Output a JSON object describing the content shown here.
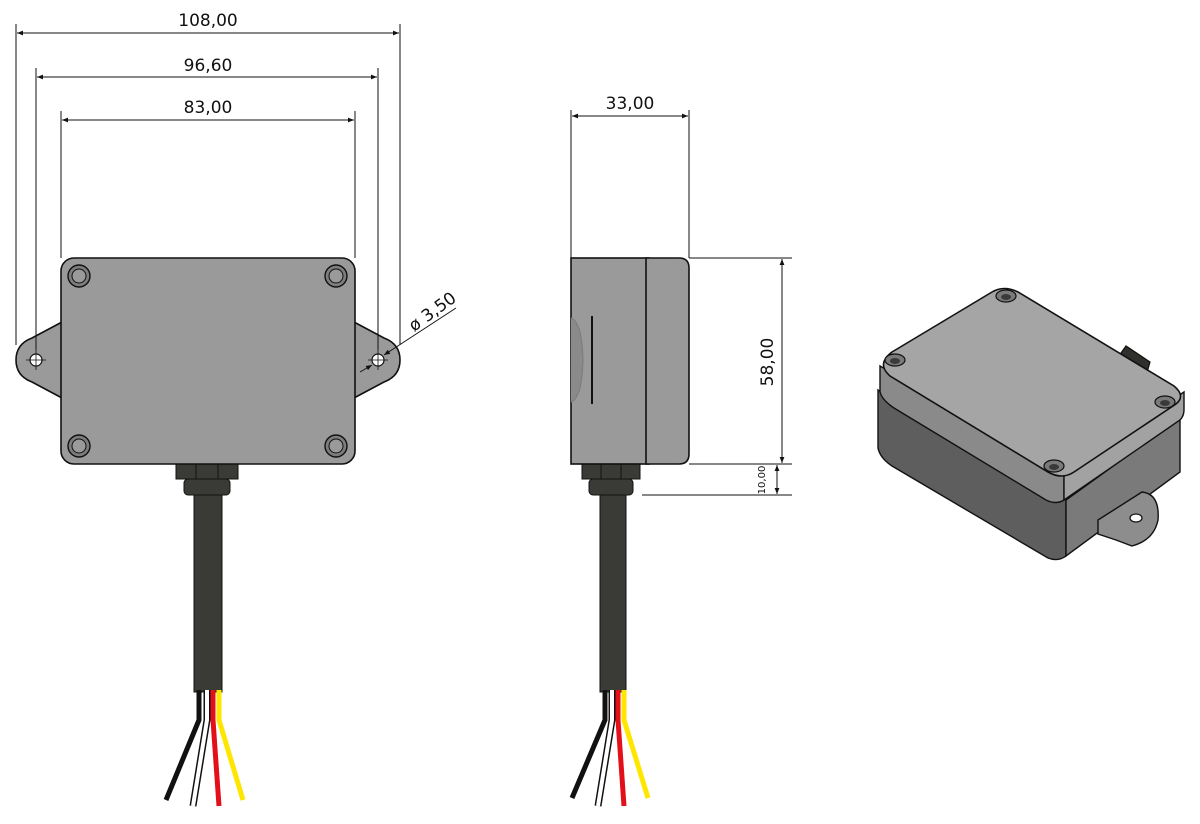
{
  "dimensions": {
    "overall_width": "108,00",
    "mount_hole_spacing": "96,60",
    "body_width": "83,00",
    "hole_diameter": "ø 3,50",
    "depth": "33,00",
    "height": "58,00",
    "gland_height": "10,00"
  },
  "colors": {
    "housing": "#9a9a9a",
    "housing_dark": "#7d7d7d",
    "cable": "#3a3a36",
    "wire_black": "#111111",
    "wire_white": "#ffffff",
    "wire_red": "#e3101a",
    "wire_yellow": "#ffe600"
  }
}
